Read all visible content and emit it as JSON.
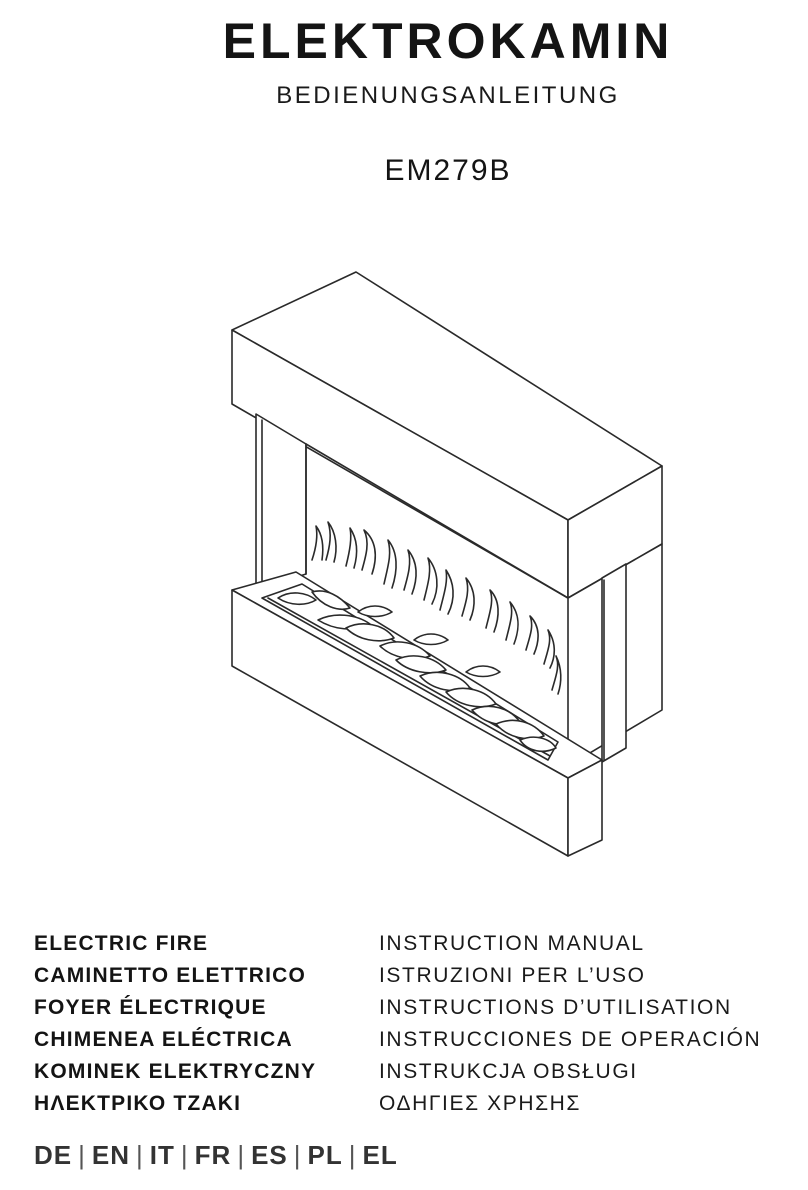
{
  "header": {
    "title": "ELEKTROKAMIN",
    "subtitle": "BEDIENUNGSANLEITUNG",
    "model": "EM279B"
  },
  "languages": [
    {
      "name": "ELECTRIC FIRE",
      "manual": "INSTRUCTION MANUAL"
    },
    {
      "name": "CAMINETTO ELETTRICO",
      "manual": "ISTRUZIONI PER L’USO"
    },
    {
      "name": "FOYER ÉLECTRIQUE",
      "manual": "INSTRUCTIONS D’UTILISATION"
    },
    {
      "name": "CHIMENEA ELÉCTRICA",
      "manual": "INSTRUCCIONES DE OPERACIÓN"
    },
    {
      "name": "KOMINEK ELEKTRYCZNY",
      "manual": "INSTRUKCJA OBSŁUGI"
    },
    {
      "name": "ΗΛΕΚΤΡΙΚΟ ΤΖΑΚΙ",
      "manual": "ΟΔΗΓΙΕΣ ΧΡΗΣΗΣ"
    }
  ],
  "language_codes": {
    "items": [
      "DE",
      "EN",
      "IT",
      "FR",
      "ES",
      "PL",
      "EL"
    ],
    "separator": "|"
  },
  "illustration": {
    "icon": "electric-fireplace-illustration"
  }
}
